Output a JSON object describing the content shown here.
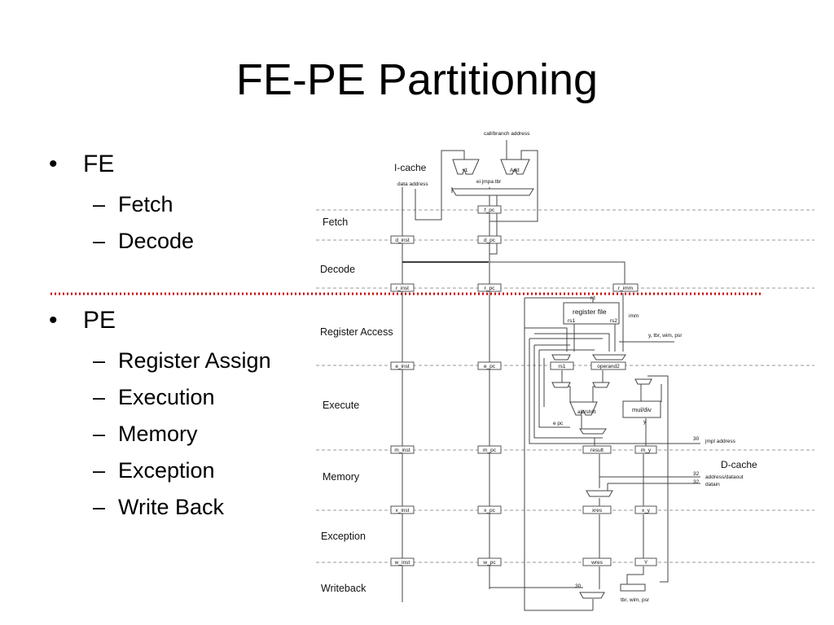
{
  "slide": {
    "title": "FE-PE Partitioning"
  },
  "bullets": [
    {
      "label": "FE",
      "items": [
        "Fetch",
        "Decode"
      ]
    },
    {
      "label": "PE",
      "items": [
        "Register Assign",
        "Execution",
        "Memory",
        "Exception",
        "Write Back"
      ]
    }
  ],
  "diagram": {
    "stages": [
      "Fetch",
      "Decode",
      "Register Access",
      "Execute",
      "Memory",
      "Exception",
      "Writeback"
    ],
    "caches": {
      "icache": "I-cache",
      "dcache": "D-cache"
    },
    "pipeline_registers": {
      "f_pc": "f_pc",
      "d_inst": "d_inst",
      "d_pc": "d_pc",
      "r_inst": "r_inst",
      "r_pc": "r_pc",
      "r_imm": "r_imm",
      "e_inst": "e_inst",
      "e_pc": "e_pc",
      "rs1": "rs1",
      "operand2": "operand2",
      "m_inst": "m_inst",
      "m_pc": "m_pc",
      "result": "result",
      "m_y": "m_y",
      "x_inst": "x_inst",
      "x_pc": "x_pc",
      "xres": "xres",
      "x_y": "x_y",
      "w_inst": "w_inst",
      "w_pc": "w_pc",
      "wres": "wres",
      "Y": "Y"
    },
    "labels": {
      "call_branch": "call/branch address",
      "data_address": "data address",
      "plus1": "+1",
      "add": "Add",
      "mux_inputs": "ei jmpa tbr",
      "register_file": "register file",
      "rd": "rd",
      "rs1_port": "rs1",
      "rs2_port": "rs2",
      "imm": "imm",
      "special_regs": "y, tbr, wim, psr",
      "alu_shift": "alu/shift",
      "mul_div": "mul/div",
      "y_out": "y",
      "e_pc_label": "e pc",
      "w30_a": "30",
      "jmpl_address": "jmpl address",
      "w32_a": "32",
      "address_dataout": "address/dataout",
      "w32_b": "32",
      "datain": "datain",
      "w30_b": "30",
      "tbr_wim_psr": "tbr, wim, psr"
    },
    "partition_line_color": "#cc0000"
  }
}
